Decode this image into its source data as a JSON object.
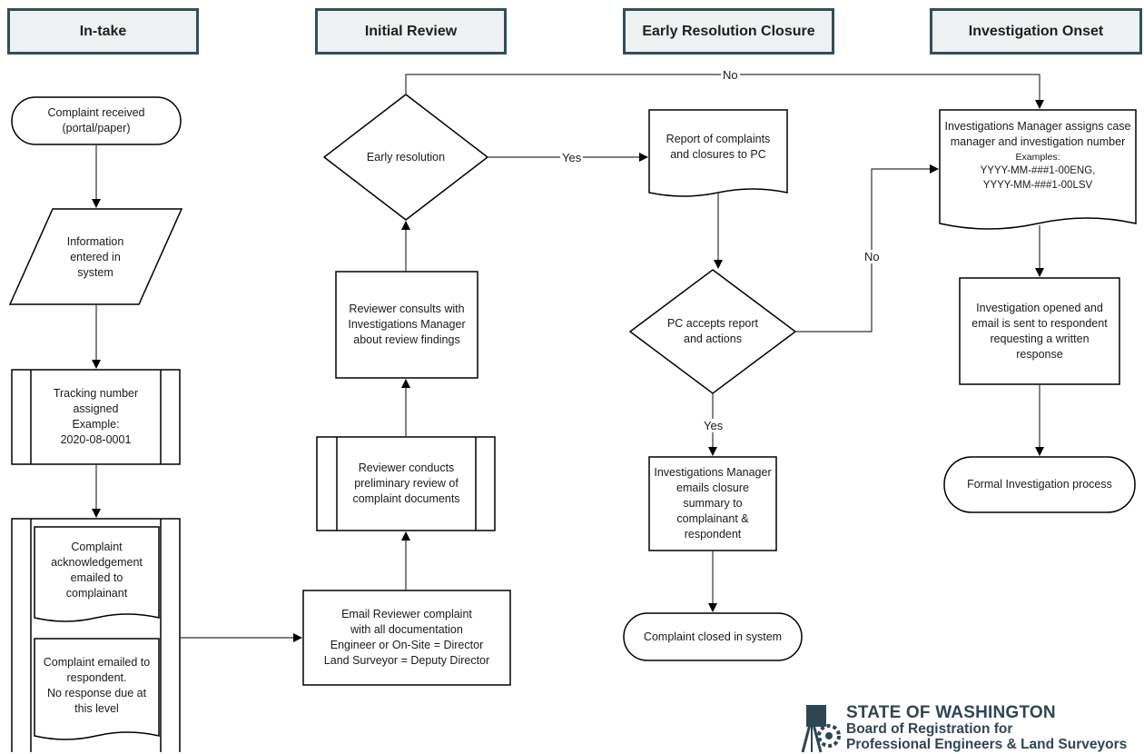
{
  "headers": {
    "intake": "In-take",
    "initial_review": "Initial Review",
    "early_resolution_closure": "Early Resolution Closure",
    "investigation_onset": "Investigation Onset"
  },
  "nodes": {
    "complaint_received": "Complaint received\n(portal/paper)",
    "information_entered": "Information\nentered in\nsystem",
    "tracking_number": "Tracking number\nassigned\nExample:\n2020-08-0001",
    "ack_emailed": "Complaint\nacknowledgement\nemailed to\ncomplainant",
    "emailed_respondent": "Complaint emailed to\nrespondent.\nNo response due at\nthis level",
    "email_reviewer": "Email Reviewer complaint\nwith all documentation\nEngineer or On-Site = Director\nLand Surveyor = Deputy Director",
    "reviewer_conducts": "Reviewer conducts\npreliminary review of\ncomplaint documents",
    "reviewer_consults": "Reviewer consults with\nInvestigations Manager\nabout review findings",
    "early_resolution": "Early resolution",
    "report_to_pc": "Report of complaints\nand closures to PC",
    "pc_accepts": "PC accepts report\nand actions",
    "manager_emails_closure": "Investigations Manager\nemails closure\nsummary to\ncomplainant &\nrespondent",
    "complaint_closed": "Complaint closed in system",
    "manager_assigns": "Investigations Manager assigns case\nmanager and investigation number",
    "examples_label": "Examples:",
    "examples_values": "YYYY-MM-###1-00ENG,\nYYYY-MM-###1-00LSV",
    "investigation_opened": "Investigation opened and\nemail is sent to respondent\nrequesting a written\nresponse",
    "formal_process": "Formal Investigation process"
  },
  "edge_labels": {
    "no_top": "No",
    "yes_early": "Yes",
    "no_pc": "No",
    "yes_pc": "Yes"
  },
  "logo": {
    "line1": "STATE OF WASHINGTON",
    "line2": "Board of Registration for",
    "line3": "Professional Engineers & Land Surveyors"
  },
  "colors": {
    "header_border": "#2f4f5c",
    "header_fill": "#eef1f1",
    "logo_text": "#2e4653"
  }
}
